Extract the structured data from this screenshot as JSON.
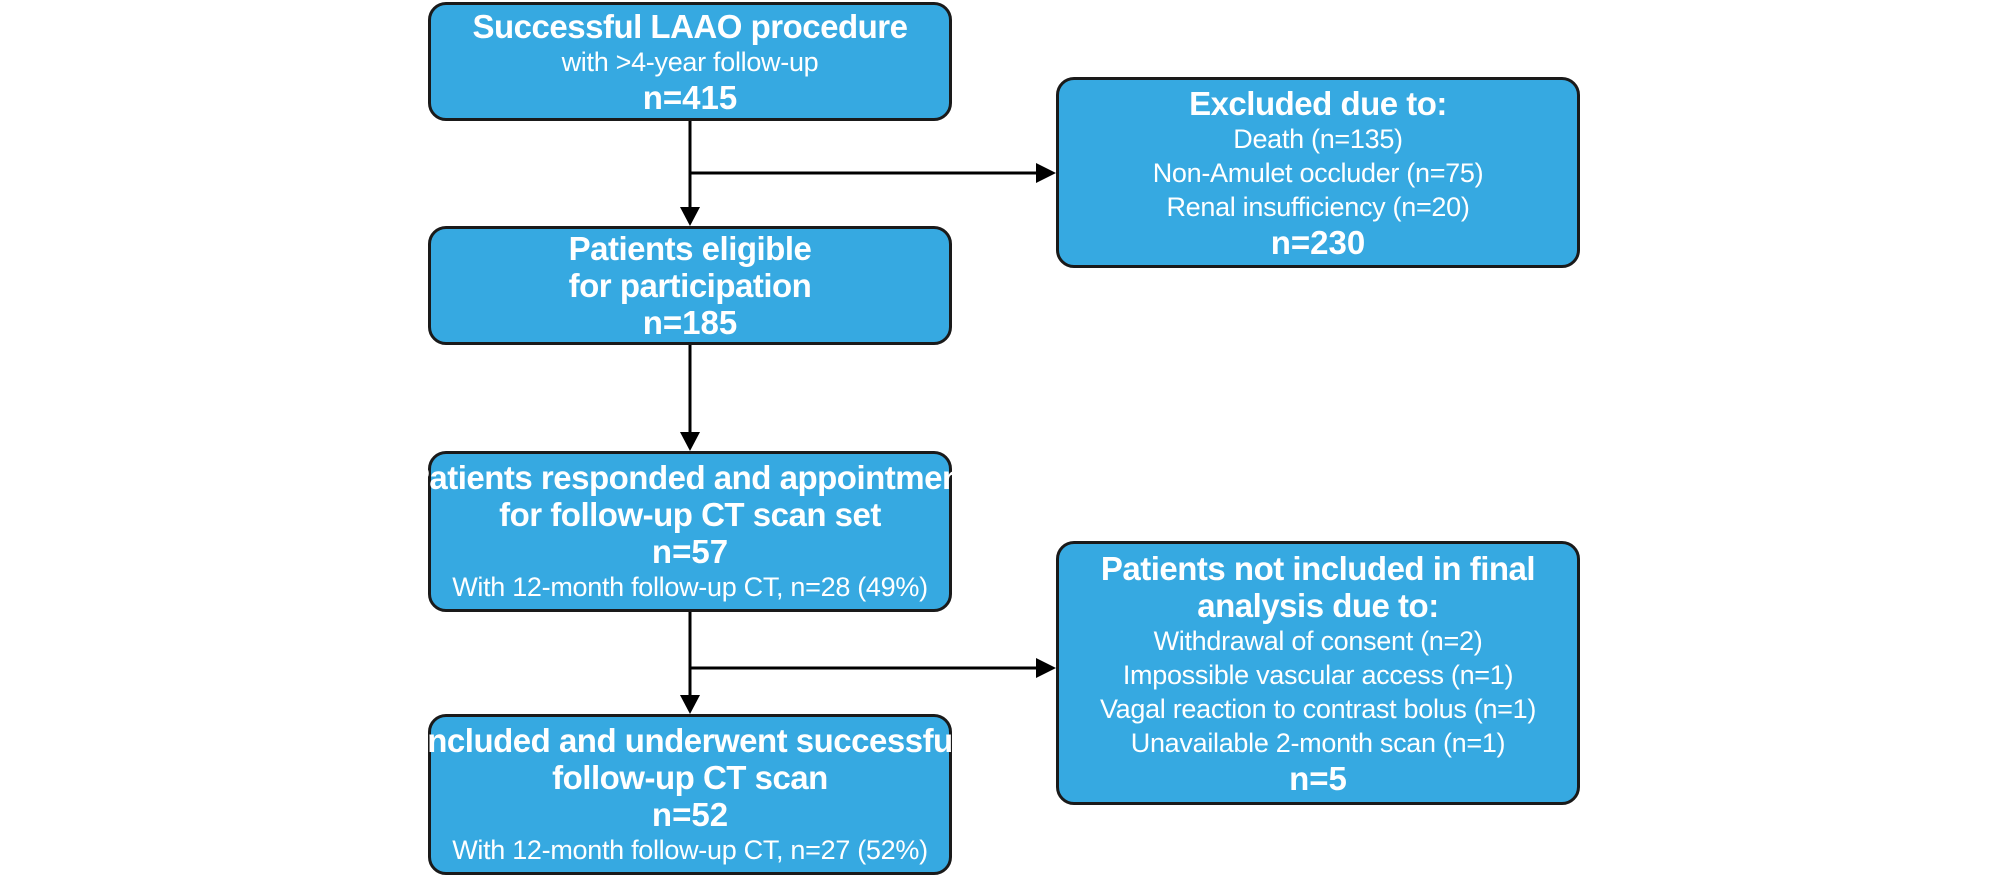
{
  "boxes": {
    "enrolled": {
      "title": "Successful LAAO procedure",
      "subtitle": "with >4-year follow-up",
      "n": "n=415"
    },
    "excluded": {
      "title": "Excluded due to:",
      "reasons": [
        "Death (n=135)",
        "Non-Amulet occluder (n=75)",
        "Renal insufficiency (n=20)"
      ],
      "n": "n=230"
    },
    "eligible": {
      "title_line1": "Patients eligible",
      "title_line2": "for participation",
      "n": "n=185"
    },
    "responded": {
      "title_line1": "Patients responded and appointment",
      "title_line2": "for follow-up CT scan set",
      "n": "n=57",
      "note": "With 12-month follow-up CT, n=28 (49%)"
    },
    "not_included": {
      "title_line1": "Patients not included in final",
      "title_line2": "analysis due to:",
      "reasons": [
        "Withdrawal of consent (n=2)",
        "Impossible vascular access (n=1)",
        "Vagal reaction to contrast bolus (n=1)",
        "Unavailable 2-month scan (n=1)"
      ],
      "n": "n=5"
    },
    "included": {
      "title_line1": "Included and underwent successful",
      "title_line2": "follow-up CT scan",
      "n": "n=52",
      "note": "With 12-month follow-up CT, n=27 (52%)"
    }
  },
  "colors": {
    "box_fill": "#36a9e1",
    "box_border": "#1a1a1a",
    "text": "#ffffff",
    "arrow": "#000000"
  }
}
